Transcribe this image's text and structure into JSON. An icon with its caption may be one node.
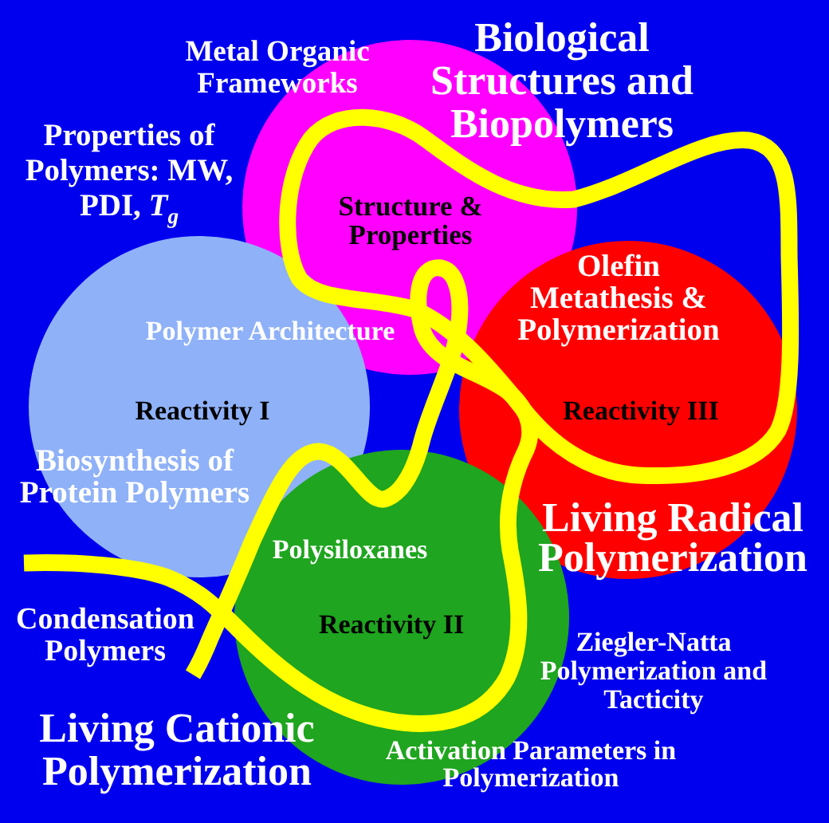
{
  "diagram": {
    "nodes": [
      {
        "text": [
          "Structure & Properties"
        ]
      },
      {
        "text": [
          "Polymer Architecture",
          "Reactivity I",
          "Biosynthesis of Protein Polymers"
        ]
      },
      {
        "text": [
          "Olefin Metathesis & Polymerization",
          "Reactivity III"
        ]
      },
      {
        "text": [
          "Polysiloxanes",
          "Reactivity II"
        ]
      }
    ],
    "labels": [
      "Metal Organic Frameworks",
      "Biological Structures and Biopolymers",
      "Properties of Polymers: MW, PDI, *T*$_{g}$",
      "Living Radical Polymerization",
      "Condensation Polymers",
      "Ziegler-Natta Polymerization and Tacticity",
      "Living Cationic Polymerization",
      "Activation Parameters in Polymerization"
    ]
  }
}
